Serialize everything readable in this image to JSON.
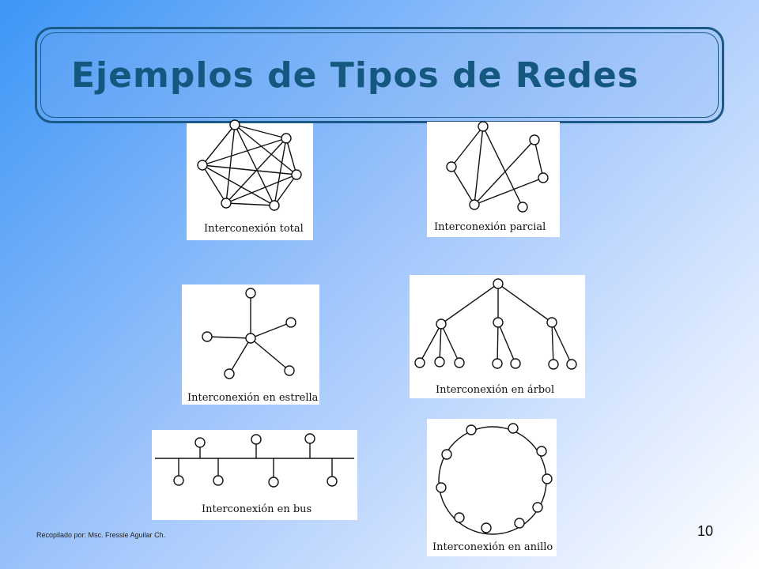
{
  "slide": {
    "title": "Ejemplos de Tipos de Redes",
    "footer": "Recopilado por: Msc. Fressie Aguilar Ch.",
    "page_number": "10"
  },
  "diagrams": {
    "total": {
      "caption": "Interconexión total"
    },
    "parcial": {
      "caption": "Interconexión parcial"
    },
    "estrella": {
      "caption": "Interconexión en estrella"
    },
    "arbol": {
      "caption": "Interconexión en árbol"
    },
    "bus": {
      "caption": "Interconexión en bus"
    },
    "anillo": {
      "caption": "Interconexión en anillo"
    }
  }
}
